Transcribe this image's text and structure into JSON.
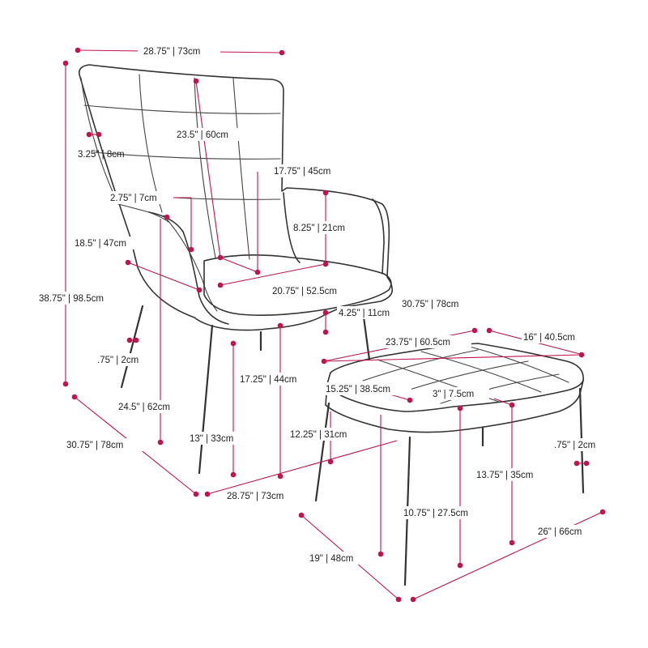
{
  "colors": {
    "dimension": "#c0144a",
    "outline": "#333333",
    "background": "#ffffff"
  },
  "dimensions": {
    "chair_top_width": "28.75\" | 73cm",
    "back_height": "23.5\" | 60cm",
    "wing_depth": "3.25\" | 8cm",
    "armrest_depth": "17.75\" | 45cm",
    "side_thickness": "2.75\" | 7cm",
    "armrest_height": "8.25\" | 21cm",
    "seat_depth": "18.5\" | 47cm",
    "total_height": "38.75\" | 98.5cm",
    "seat_width": "20.75\" | 52.5cm",
    "seat_thickness": "4.25\" | 11cm",
    "overall_length": "30.75\" | 78cm",
    "chair_foot": ".75\" | 2cm",
    "seat_height": "17.25\" | 44cm",
    "arm_floor_height": "24.5\" | 62cm",
    "leg_height": "13\" | 33cm",
    "chair_depth": "30.75\" | 78cm",
    "chair_width": "28.75\" | 73cm",
    "ottoman_top_width": "23.75\" | 60.5cm",
    "ottoman_top_depth": "16\" | 40.5cm",
    "ottoman_side": "15.25\" | 38.5cm",
    "ottoman_cushion": "3\" | 7.5cm",
    "ottoman_leg_inset": "12.25\" | 31cm",
    "ottoman_foot": ".75\" | 2cm",
    "ottoman_leg": "13.75\" | 35cm",
    "ottoman_height": "10.75\" | 27.5cm",
    "ottoman_width": "26\" | 66cm",
    "ottoman_depth": "19\" | 48cm"
  }
}
